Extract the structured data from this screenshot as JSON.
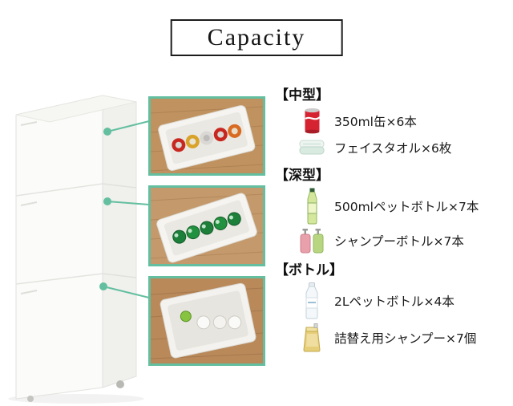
{
  "title": "Capacity",
  "accent_color": "#63bfa0",
  "sections": [
    {
      "heading": "【中型】",
      "items": [
        {
          "icon": "cola-can-icon",
          "label": "350ml缶×6本"
        },
        {
          "icon": "face-towel-icon",
          "label": "フェイスタオル×6枚"
        }
      ]
    },
    {
      "heading": "【深型】",
      "items": [
        {
          "icon": "green-tea-bottle-icon",
          "label": "500mlペットボトル×7本"
        },
        {
          "icon": "shampoo-bottle-icon",
          "label": "シャンプーボトル×7本"
        }
      ]
    },
    {
      "heading": "【ボトル】",
      "items": [
        {
          "icon": "pet-bottle-2l-icon",
          "label": "2Lペットボトル×4本"
        },
        {
          "icon": "refill-pouch-icon",
          "label": "詰替え用シャンプー×7個"
        }
      ]
    }
  ],
  "photos": [
    {
      "name": "medium-drawer-cans-photo"
    },
    {
      "name": "deep-drawer-bottles-photo"
    },
    {
      "name": "bottle-drawer-photo"
    }
  ]
}
